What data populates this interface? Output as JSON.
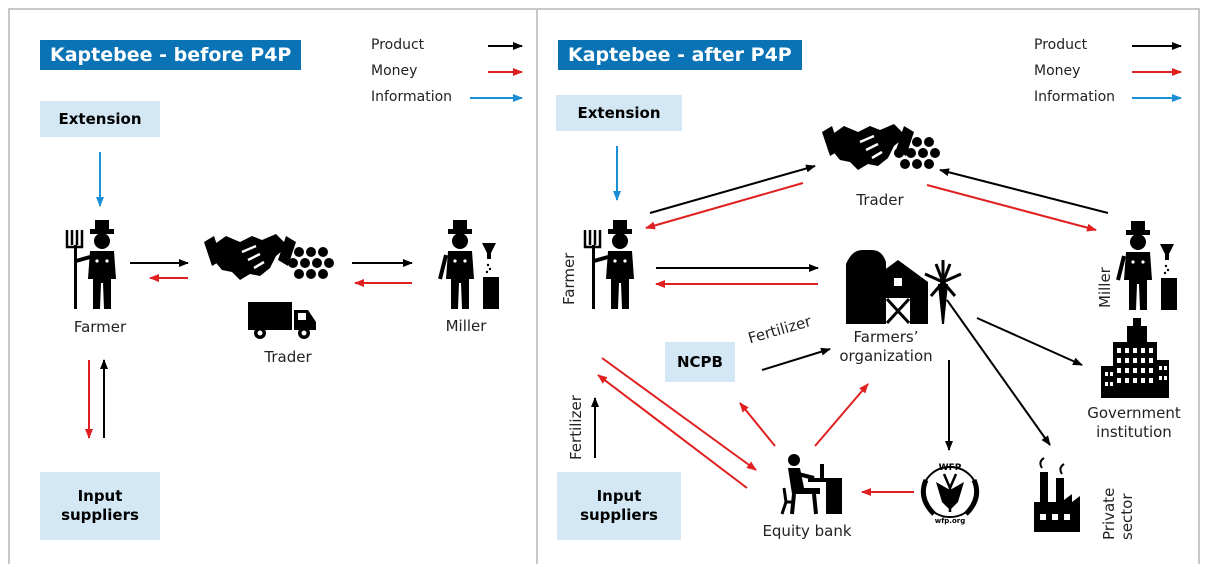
{
  "colors": {
    "product": "#000000",
    "money": "#e02020",
    "information": "#1a8fd6",
    "title_bg": "#0a73b6",
    "box_bg": "#d3e8f4"
  },
  "legend": {
    "product": "Product",
    "money": "Money",
    "information": "Information"
  },
  "before": {
    "title": "Kaptebee - before P4P",
    "extension": "Extension",
    "input_suppliers_line1": "Input",
    "input_suppliers_line2": "suppliers",
    "farmer": "Farmer",
    "trader": "Trader",
    "miller": "Miller"
  },
  "after": {
    "title": "Kaptebee - after P4P",
    "extension": "Extension",
    "trader": "Trader",
    "farmer": "Farmer",
    "miller": "Miller",
    "ncpb": "NCPB",
    "fertilizer_ncpb": "Fertilizer",
    "fertilizer_input": "Fertilizer",
    "farmers_org_line1": "Farmers’",
    "farmers_org_line2": "organization",
    "government_line1": "Government",
    "government_line2": "institution",
    "private_line1": "Private",
    "private_line2": "sector",
    "input_suppliers_line1": "Input",
    "input_suppliers_line2": "suppliers",
    "equity_bank": "Equity bank",
    "wfp_top": "WFP",
    "wfp_bottom": "wfp.org"
  }
}
